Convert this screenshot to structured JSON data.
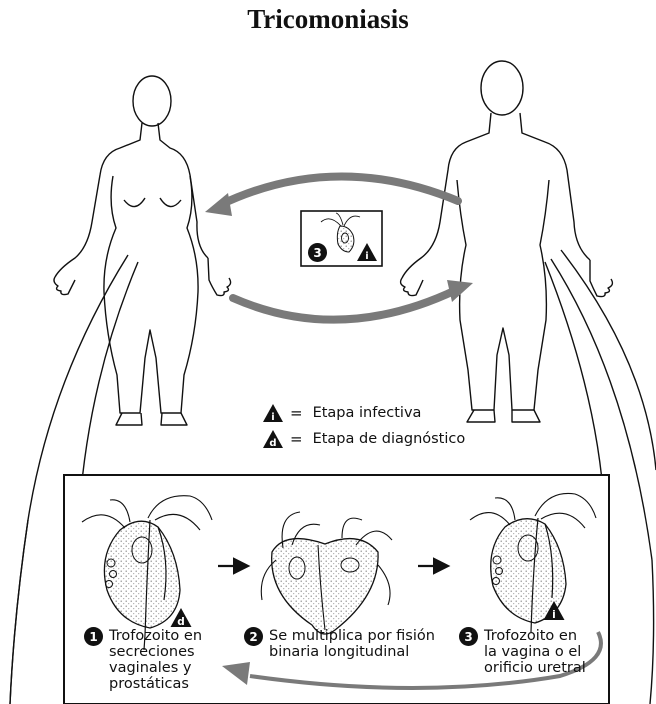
{
  "title": "Tricomoniasis",
  "center_marker": {
    "number": "3",
    "badge": "i"
  },
  "legend": [
    {
      "badge": "i",
      "label": "Etapa infectiva"
    },
    {
      "badge": "d",
      "label": "Etapa de diagnóstico"
    }
  ],
  "steps": [
    {
      "number": "1",
      "text": "Trofozoito en\nsecreciones\nvaginales y\nprostáticas",
      "badge": "d"
    },
    {
      "number": "2",
      "text": "Se multiplica por fisión\nbinaria longitudinal"
    },
    {
      "number": "3",
      "text": "Trofozoito en\nla vagina o el\norificio uretral",
      "badge": "i"
    }
  ],
  "colors": {
    "cycle_arrow": "#7a7a7a",
    "ink": "#111111",
    "stipple": "#9a9a9a"
  }
}
